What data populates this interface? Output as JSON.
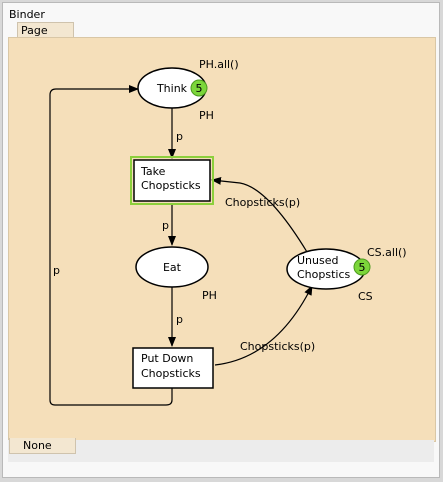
{
  "binder": {
    "title": "Binder",
    "page_tab": "Page",
    "status_tab": "None"
  },
  "places": {
    "think": {
      "name": "Think",
      "initial_marking": "PH.all()",
      "color_set": "PH",
      "token_count": "5"
    },
    "eat": {
      "name": "Eat",
      "color_set": "PH"
    },
    "unused": {
      "name_line1": "Unused",
      "name_line2": "Chopstics",
      "initial_marking": "CS.all()",
      "color_set": "CS",
      "token_count": "5"
    }
  },
  "transitions": {
    "take": {
      "line1": "Take",
      "line2": "Chopsticks"
    },
    "put_down": {
      "line1": "Put Down",
      "line2": "Chopsticks"
    }
  },
  "arcs": {
    "think_to_take": "p",
    "take_to_eat": "p",
    "eat_to_put": "p",
    "put_to_think": "p",
    "unused_to_take": "Chopsticks(p)",
    "put_to_unused": "Chopsticks(p)"
  },
  "colors": {
    "canvas": "#f5dfba",
    "token_fill": "#7cd63a",
    "selection_outline": "#8ccf3c"
  }
}
